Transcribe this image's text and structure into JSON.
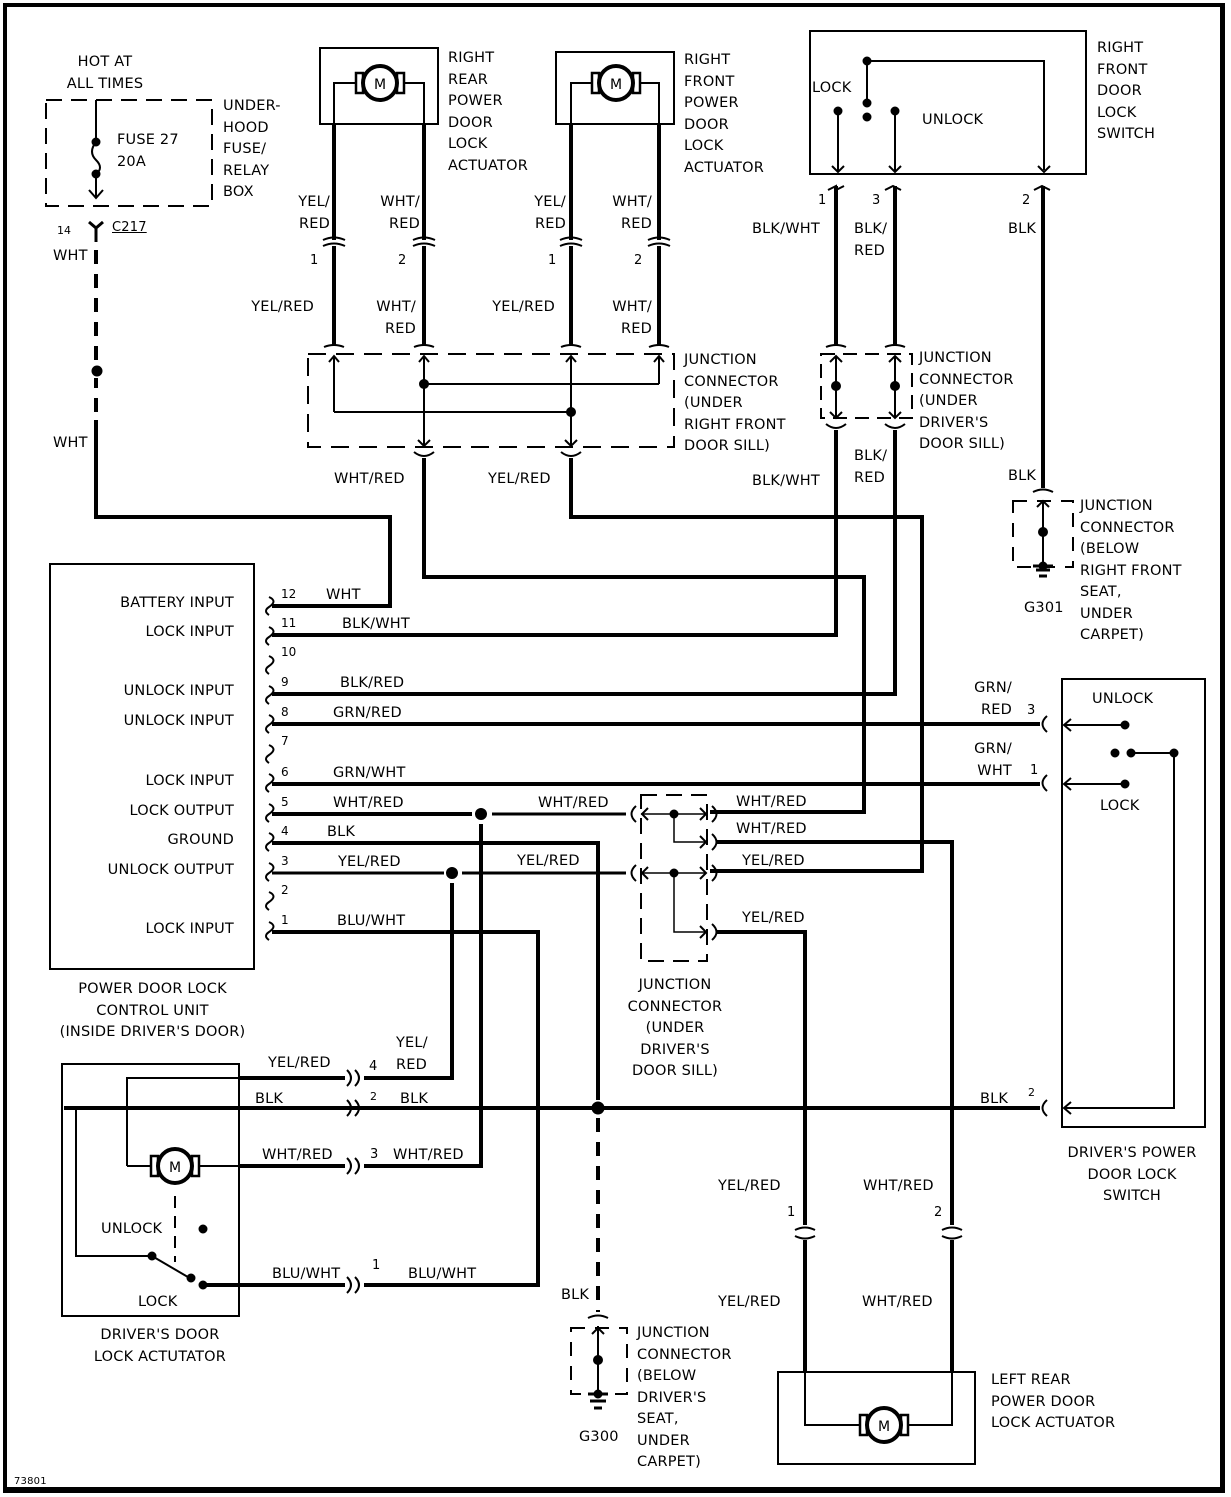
{
  "figure_id": "73801",
  "power_source": {
    "title": "HOT AT\nALL TIMES",
    "fuse": "FUSE 27\n20A",
    "box_label": "UNDER-\nHOOD\nFUSE/\nRELAY\nBOX",
    "connector_pin": "14",
    "connector_id": "C217",
    "wire_color_top": "WHT",
    "wire_color_mid": "WHT"
  },
  "right_rear_actuator": {
    "label": "RIGHT\nREAR\nPOWER\nDOOR\nLOCK\nACTUATOR",
    "motor_symbol": "M",
    "wire1_upper": "YEL/\nRED",
    "wire2_upper": "WHT/\nRED",
    "pin1": "1",
    "pin2": "2",
    "wire1_lower": "YEL/RED",
    "wire2_lower": "WHT/\nRED"
  },
  "right_front_actuator": {
    "label": "RIGHT\nFRONT\nPOWER\nDOOR\nLOCK\nACTUATOR",
    "motor_symbol": "M",
    "wire1_upper": "YEL/\nRED",
    "wire2_upper": "WHT/\nRED",
    "pin1": "1",
    "pin2": "2",
    "wire1_lower": "YEL/RED",
    "wire2_lower": "WHT/\nRED"
  },
  "right_front_switch": {
    "label": "RIGHT\nFRONT\nDOOR\nLOCK\nSWITCH",
    "lock": "LOCK",
    "unlock": "UNLOCK",
    "pins": [
      "1",
      "3",
      "2"
    ],
    "wires": [
      "BLK/WHT",
      "BLK/\nRED",
      "BLK"
    ]
  },
  "jc_right_front_sill": {
    "label": "JUNCTION\nCONNECTOR\n(UNDER\nRIGHT FRONT\nDOOR SILL)",
    "out_wire1": "WHT/RED",
    "out_wire2": "YEL/RED"
  },
  "jc_driver_sill_top": {
    "label": "JUNCTION\nCONNECTOR\n(UNDER\nDRIVER'S\nDOOR SILL)",
    "out_wire1": "BLK/WHT",
    "out_wire2": "BLK/\nRED"
  },
  "jc_g301": {
    "wire": "BLK",
    "label": "JUNCTION\nCONNECTOR\n(BELOW\nRIGHT FRONT\nSEAT,\nUNDER\nCARPET)",
    "ground_id": "G301"
  },
  "control_unit": {
    "label": "POWER DOOR LOCK\nCONTROL UNIT\n(INSIDE DRIVER'S DOOR)",
    "terminals": [
      {
        "pin": "12",
        "function": "BATTERY INPUT",
        "wire": "WHT"
      },
      {
        "pin": "11",
        "function": "LOCK INPUT",
        "wire": "BLK/WHT"
      },
      {
        "pin": "10",
        "function": "",
        "wire": ""
      },
      {
        "pin": "9",
        "function": "UNLOCK INPUT",
        "wire": "BLK/RED"
      },
      {
        "pin": "8",
        "function": "UNLOCK INPUT",
        "wire": "GRN/RED"
      },
      {
        "pin": "7",
        "function": "",
        "wire": ""
      },
      {
        "pin": "6",
        "function": "LOCK INPUT",
        "wire": "GRN/WHT"
      },
      {
        "pin": "5",
        "function": "LOCK OUTPUT",
        "wire": "WHT/RED"
      },
      {
        "pin": "4",
        "function": "GROUND",
        "wire": "BLK"
      },
      {
        "pin": "3",
        "function": "UNLOCK OUTPUT",
        "wire": "YEL/RED"
      },
      {
        "pin": "2",
        "function": "",
        "wire": ""
      },
      {
        "pin": "1",
        "function": "LOCK INPUT",
        "wire": "BLU/WHT"
      }
    ]
  },
  "jc_driver_sill_mid": {
    "label": "JUNCTION\nCONNECTOR\n(UNDER\nDRIVER'S\nDOOR SILL)",
    "in_wire1": "WHT/RED",
    "in_wire2": "YEL/RED",
    "out_wires": [
      "WHT/RED",
      "WHT/RED",
      "YEL/RED",
      "YEL/RED"
    ]
  },
  "driver_switch": {
    "label": "DRIVER'S POWER\nDOOR LOCK\nSWITCH",
    "unlock": "UNLOCK",
    "lock": "LOCK",
    "pin3_wire": "GRN/\nRED",
    "pin3": "3",
    "pin1_wire": "GRN/\nWHT",
    "pin1": "1",
    "pin2_wire": "BLK",
    "pin2": "2"
  },
  "driver_actuator": {
    "label": "DRIVER'S DOOR\nLOCK ACTUTATOR",
    "motor_symbol": "M",
    "unlock": "UNLOCK",
    "lock": "LOCK",
    "connections": [
      {
        "pin": "4",
        "wire_in": "YEL/RED",
        "wire_out": "YEL/\nRED"
      },
      {
        "pin": "2",
        "wire_in": "BLK",
        "wire_out": "BLK"
      },
      {
        "pin": "3",
        "wire_in": "WHT/RED",
        "wire_out": "WHT/RED"
      },
      {
        "pin": "1",
        "wire_in": "BLU/WHT",
        "wire_out": "BLU/WHT"
      }
    ]
  },
  "jc_g300": {
    "wire": "BLK",
    "label": "JUNCTION\nCONNECTOR\n(BELOW\nDRIVER'S\nSEAT,\nUNDER\nCARPET)",
    "ground_id": "G300"
  },
  "left_rear_actuator": {
    "label": "LEFT REAR\nPOWER DOOR\nLOCK ACTUATOR",
    "motor_symbol": "M",
    "pin1": "1",
    "pin2": "2",
    "wire1_upper": "YEL/RED",
    "wire2_upper": "WHT/RED",
    "wire1_lower": "YEL/RED",
    "wire2_lower": "WHT/RED"
  }
}
